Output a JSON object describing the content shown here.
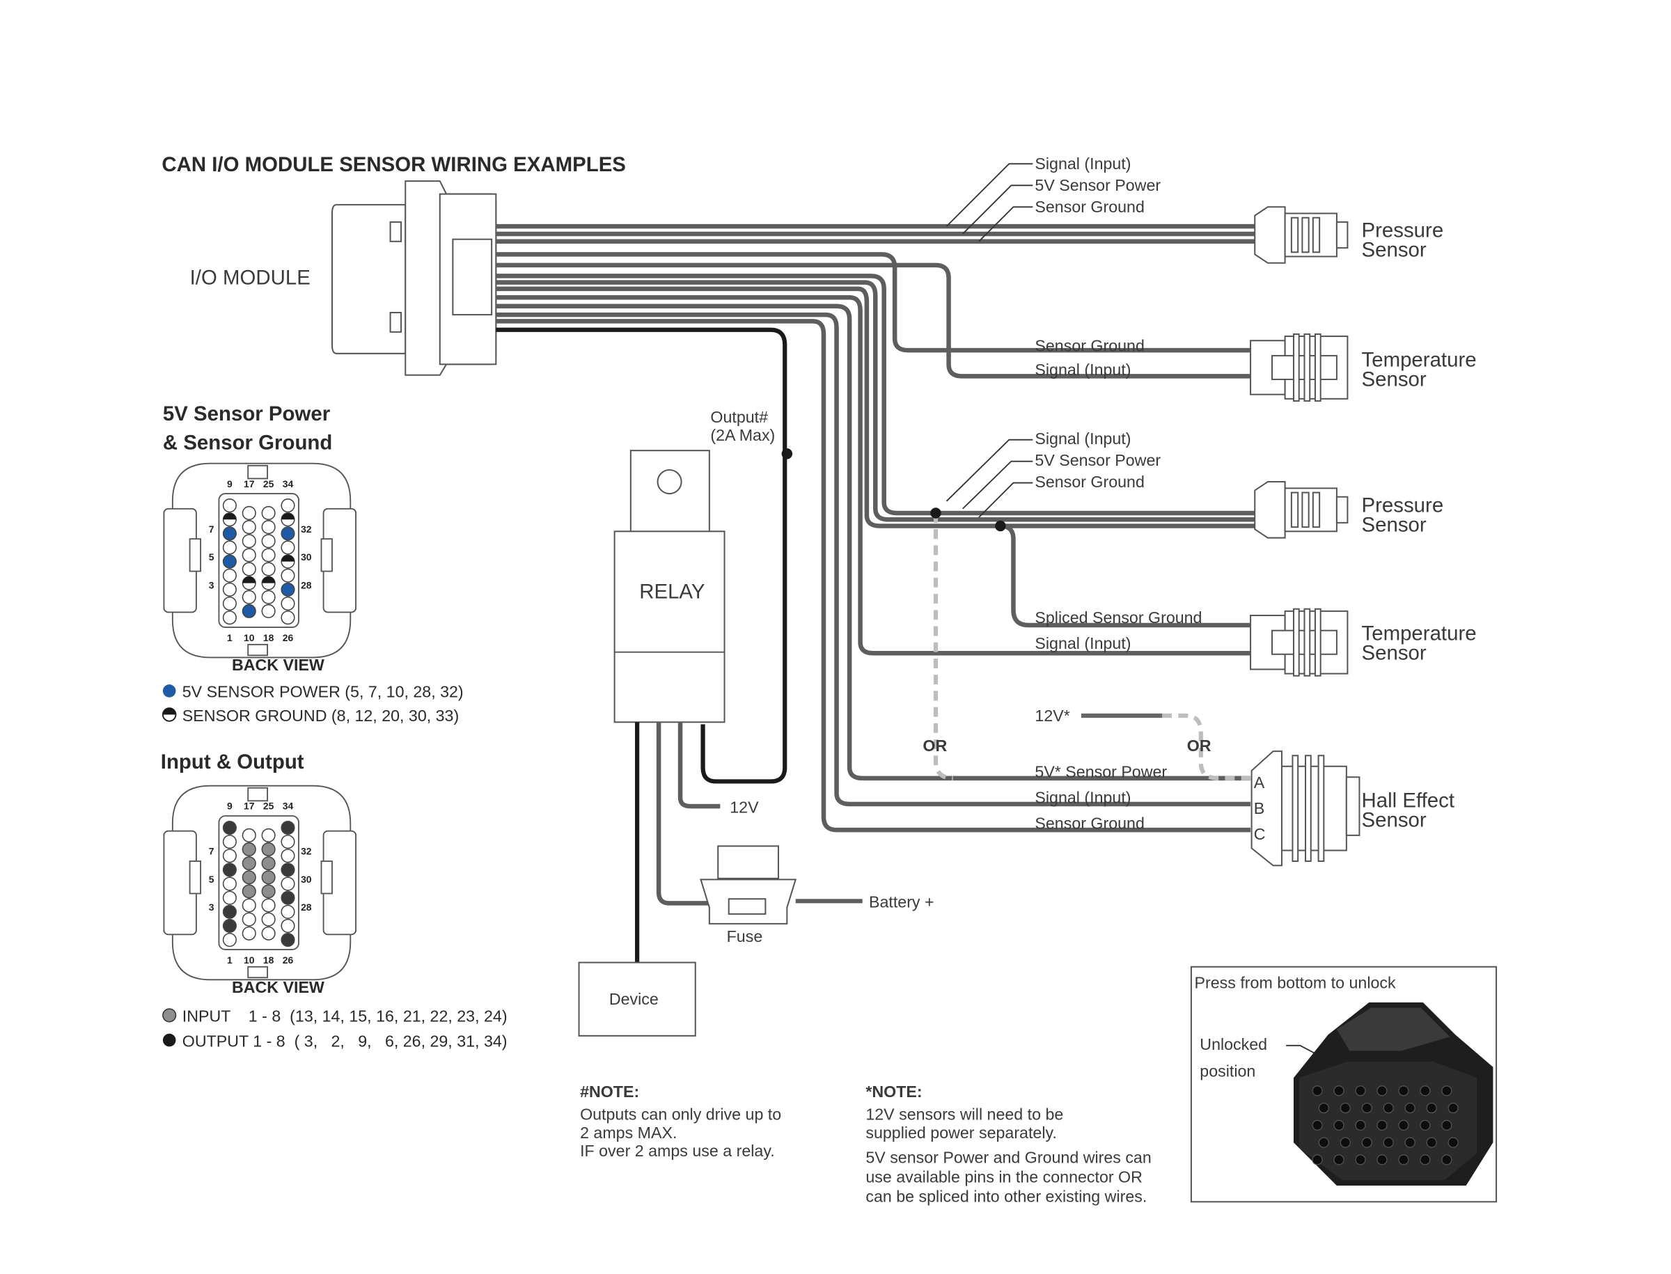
{
  "title": "CAN I/O MODULE SENSOR WIRING EXAMPLES",
  "module_label": "I/O MODULE",
  "sensors": {
    "pressure1": {
      "name_line1": "Pressure",
      "name_line2": "Sensor",
      "wires": [
        "Signal (Input)",
        "5V Sensor Power",
        "Sensor Ground"
      ]
    },
    "temperature1": {
      "name_line1": "Temperature",
      "name_line2": "Sensor",
      "wires": [
        "Sensor Ground",
        "Signal (Input)"
      ]
    },
    "pressure2": {
      "name_line1": "Pressure",
      "name_line2": "Sensor",
      "wires": [
        "Signal (Input)",
        "5V Sensor Power",
        "Sensor Ground"
      ]
    },
    "temperature2": {
      "name_line1": "Temperature",
      "name_line2": "Sensor",
      "wires": [
        "Spliced Sensor Ground",
        "Signal (Input)"
      ]
    },
    "hall": {
      "name_line1": "Hall Effect",
      "name_line2": "Sensor",
      "wires": [
        "5V* Sensor Power",
        "Signal (Input)",
        "Sensor Ground"
      ],
      "pins": [
        "A",
        "B",
        "C"
      ],
      "alt_power": "12V*",
      "or_label": "OR"
    }
  },
  "relay": {
    "label": "RELAY",
    "output_line1": "Output#",
    "output_line2": "(2A Max)",
    "v12": "12V",
    "fuse": "Fuse",
    "battery": "Battery +",
    "device": "Device"
  },
  "pinouts": [
    {
      "heading_line1": "5V Sensor Power",
      "heading_line2": "& Sensor Ground",
      "view": "BACK VIEW",
      "legend": [
        {
          "label": "5V SENSOR POWER (5, 7, 10, 28, 32)",
          "color": "#1f5aa6",
          "pins": [
            5,
            7,
            10,
            28,
            32
          ],
          "style": "solid"
        },
        {
          "label": "SENSOR GROUND (8, 12, 20, 30, 33)",
          "color": "#1a1a1a",
          "pins": [
            8,
            12,
            20,
            30,
            33
          ],
          "style": "half"
        }
      ]
    },
    {
      "heading_line1": "Input & Output",
      "view": "BACK VIEW",
      "legend": [
        {
          "label": "INPUT    1 - 8  (13, 14, 15, 16, 21, 22, 23, 24)",
          "color": "#8e8e8e",
          "pins": [
            13,
            14,
            15,
            16,
            21,
            22,
            23,
            24
          ],
          "style": "solid"
        },
        {
          "label": "OUTPUT 1 - 8  ( 3,   2,   9,   6, 26, 29, 31, 34)",
          "color": "#3a3a3a",
          "pins": [
            3,
            2,
            9,
            6,
            26,
            29,
            31,
            34
          ],
          "style": "solid"
        }
      ]
    }
  ],
  "pin_labels": {
    "top": [
      "9",
      "17",
      "25",
      "34"
    ],
    "bottom": [
      "1",
      "10",
      "18",
      "26"
    ],
    "left": [
      "7",
      "5",
      "3"
    ],
    "right": [
      "32",
      "30",
      "28"
    ]
  },
  "notes": {
    "output_note": {
      "heading": "#NOTE:",
      "lines": [
        "Outputs can only drive up to",
        "2 amps MAX.",
        "IF over 2 amps use a relay."
      ]
    },
    "power_note": {
      "heading": "*NOTE:",
      "lines": [
        "12V sensors will need to be",
        "supplied power separately.",
        "5V sensor Power and Ground wires can",
        "use available pins in the connector OR",
        "can be spliced into other existing wires."
      ]
    }
  },
  "photo": {
    "caption": "Press from bottom to unlock",
    "callout_line1": "Unlocked",
    "callout_line2": "position"
  }
}
